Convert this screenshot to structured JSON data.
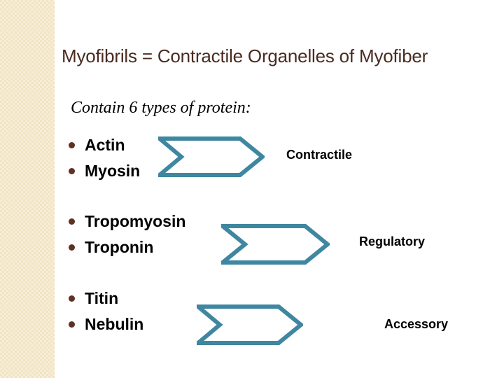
{
  "slide": {
    "title": "Myofibrils = Contractile Organelles of Myofiber",
    "subtitle": "Contain 6 types of protein:",
    "colors": {
      "side_band": "#f2e4c1",
      "title_text": "#4a2b20",
      "bullet_dot": "#5e3122",
      "chevron_stroke": "#3f87a0",
      "background": "#ffffff",
      "body_text": "#000000"
    },
    "groups": [
      {
        "id": "contractile",
        "proteins": [
          "Actin",
          "Myosin"
        ],
        "arrow_icon": "chevron-right-arrow",
        "category": "Contractile"
      },
      {
        "id": "regulatory",
        "proteins": [
          "Tropomyosin",
          "Troponin"
        ],
        "arrow_icon": "chevron-right-arrow",
        "category": "Regulatory"
      },
      {
        "id": "accessory",
        "proteins": [
          "Titin",
          "Nebulin"
        ],
        "arrow_icon": "chevron-right-arrow",
        "category": "Accessory"
      }
    ]
  }
}
